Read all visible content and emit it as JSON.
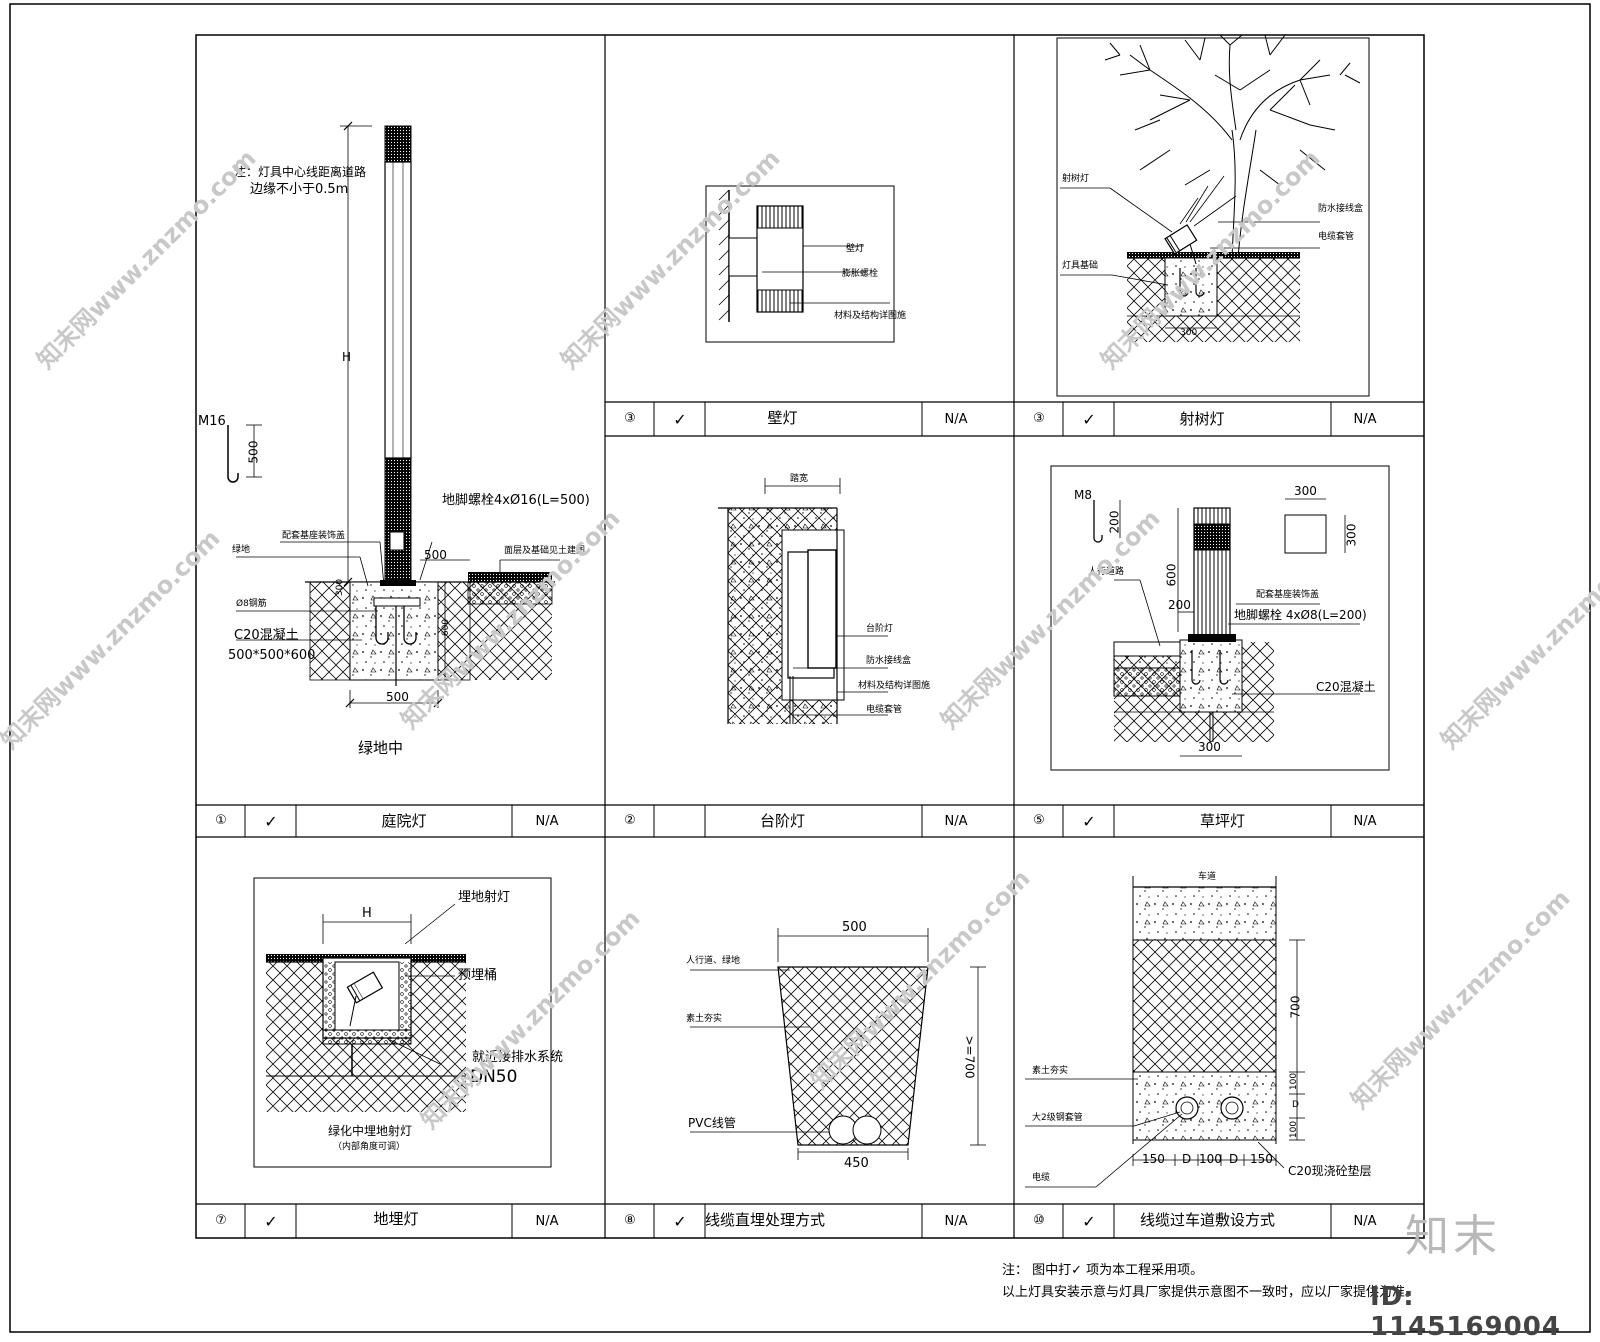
{
  "cells": [
    {
      "num": "①",
      "check": "✓",
      "name": "庭院灯",
      "na": "N/A"
    },
    {
      "num": "②",
      "check": "",
      "name": "台阶灯",
      "na": "N/A"
    },
    {
      "num": "⑤",
      "check": "✓",
      "name": "草坪灯",
      "na": "N/A"
    },
    {
      "num": "③",
      "check": "✓",
      "name": "壁灯",
      "na": "N/A"
    },
    {
      "num": "③",
      "check": "✓",
      "name": "射树灯",
      "na": "N/A"
    },
    {
      "num": "⑦",
      "check": "✓",
      "name": "地埋灯",
      "na": "N/A"
    },
    {
      "num": "⑧",
      "check": "✓",
      "name": "线缆直埋处理方式",
      "na": "N/A"
    },
    {
      "num": "⑩",
      "check": "✓",
      "name": "线缆过车道敷设方式",
      "na": "N/A"
    }
  ],
  "garden": {
    "note1": "注：灯具中心线距离道路",
    "note2": "边缘不小于0.5m",
    "H": "H",
    "M16": "M16",
    "d500": "500",
    "bolt": "地脚螺栓4xØ16(L=500)",
    "base_cover": "配套基座装饰盖",
    "green": "绿地",
    "d500b": "500",
    "pave": "面层及基础见土建图",
    "rebar": "Ø8钢筋",
    "c20": "C20混凝土",
    "size": "500*500*600",
    "d600": "600",
    "d300": "300",
    "bottom500": "500",
    "caption": "绿地中"
  },
  "wall": {
    "l1": "壁灯",
    "l2": "膨胀螺栓",
    "l3": "材料及结构详图施"
  },
  "step": {
    "top": "踏宽",
    "l1": "台阶灯",
    "l2": "防水接线盒",
    "l3": "材料及结构详图施",
    "l4": "电缆套管"
  },
  "tree": {
    "l1": "射树灯",
    "l2": "灯具基础",
    "l3": "防水接线盒",
    "l4": "电缆套管",
    "d300": "300"
  },
  "lawn": {
    "M8": "M8",
    "d200": "200",
    "d300a": "300",
    "d300b": "300",
    "d600": "600",
    "d200b": "200",
    "road": "人行道路",
    "cover": "配套基座装饰盖",
    "bolt": "地脚螺栓 4xØ8(L=200)",
    "c20": "C20混凝土",
    "bottom": "300"
  },
  "buried": {
    "H": "H",
    "l1": "埋地射灯",
    "l2": "预埋桶",
    "l3": "就近接排水系统",
    "l4": "DN50",
    "cap1": "绿化中埋地射灯",
    "cap2": "（内部角度可调）"
  },
  "direct": {
    "top": "500",
    "bottom": "450",
    "h": ">=700",
    "l1": "人行道、绿地",
    "l2": "素土夯实",
    "l3": "PVC线管"
  },
  "crossing": {
    "road": "车道",
    "d700": "700",
    "d100": "100",
    "D": "D",
    "d100b": "100",
    "l1": "素土夯实",
    "l2": "大2级钢套管",
    "l3": "电缆",
    "l4": "C20现浇砼垫层",
    "b1": "150",
    "b2": "D",
    "b3": "100",
    "b4": "D",
    "b5": "150"
  },
  "footnote": {
    "line1": "注：  图中打✓ 项为本工程采用项。",
    "line2": "以上灯具安装示意与灯具厂家提供示意图不一致时，应以厂家提供为准。"
  },
  "watermark": {
    "text": "知末网www.znzmo.com",
    "brand": "知末",
    "id": "ID: 1145169004"
  }
}
